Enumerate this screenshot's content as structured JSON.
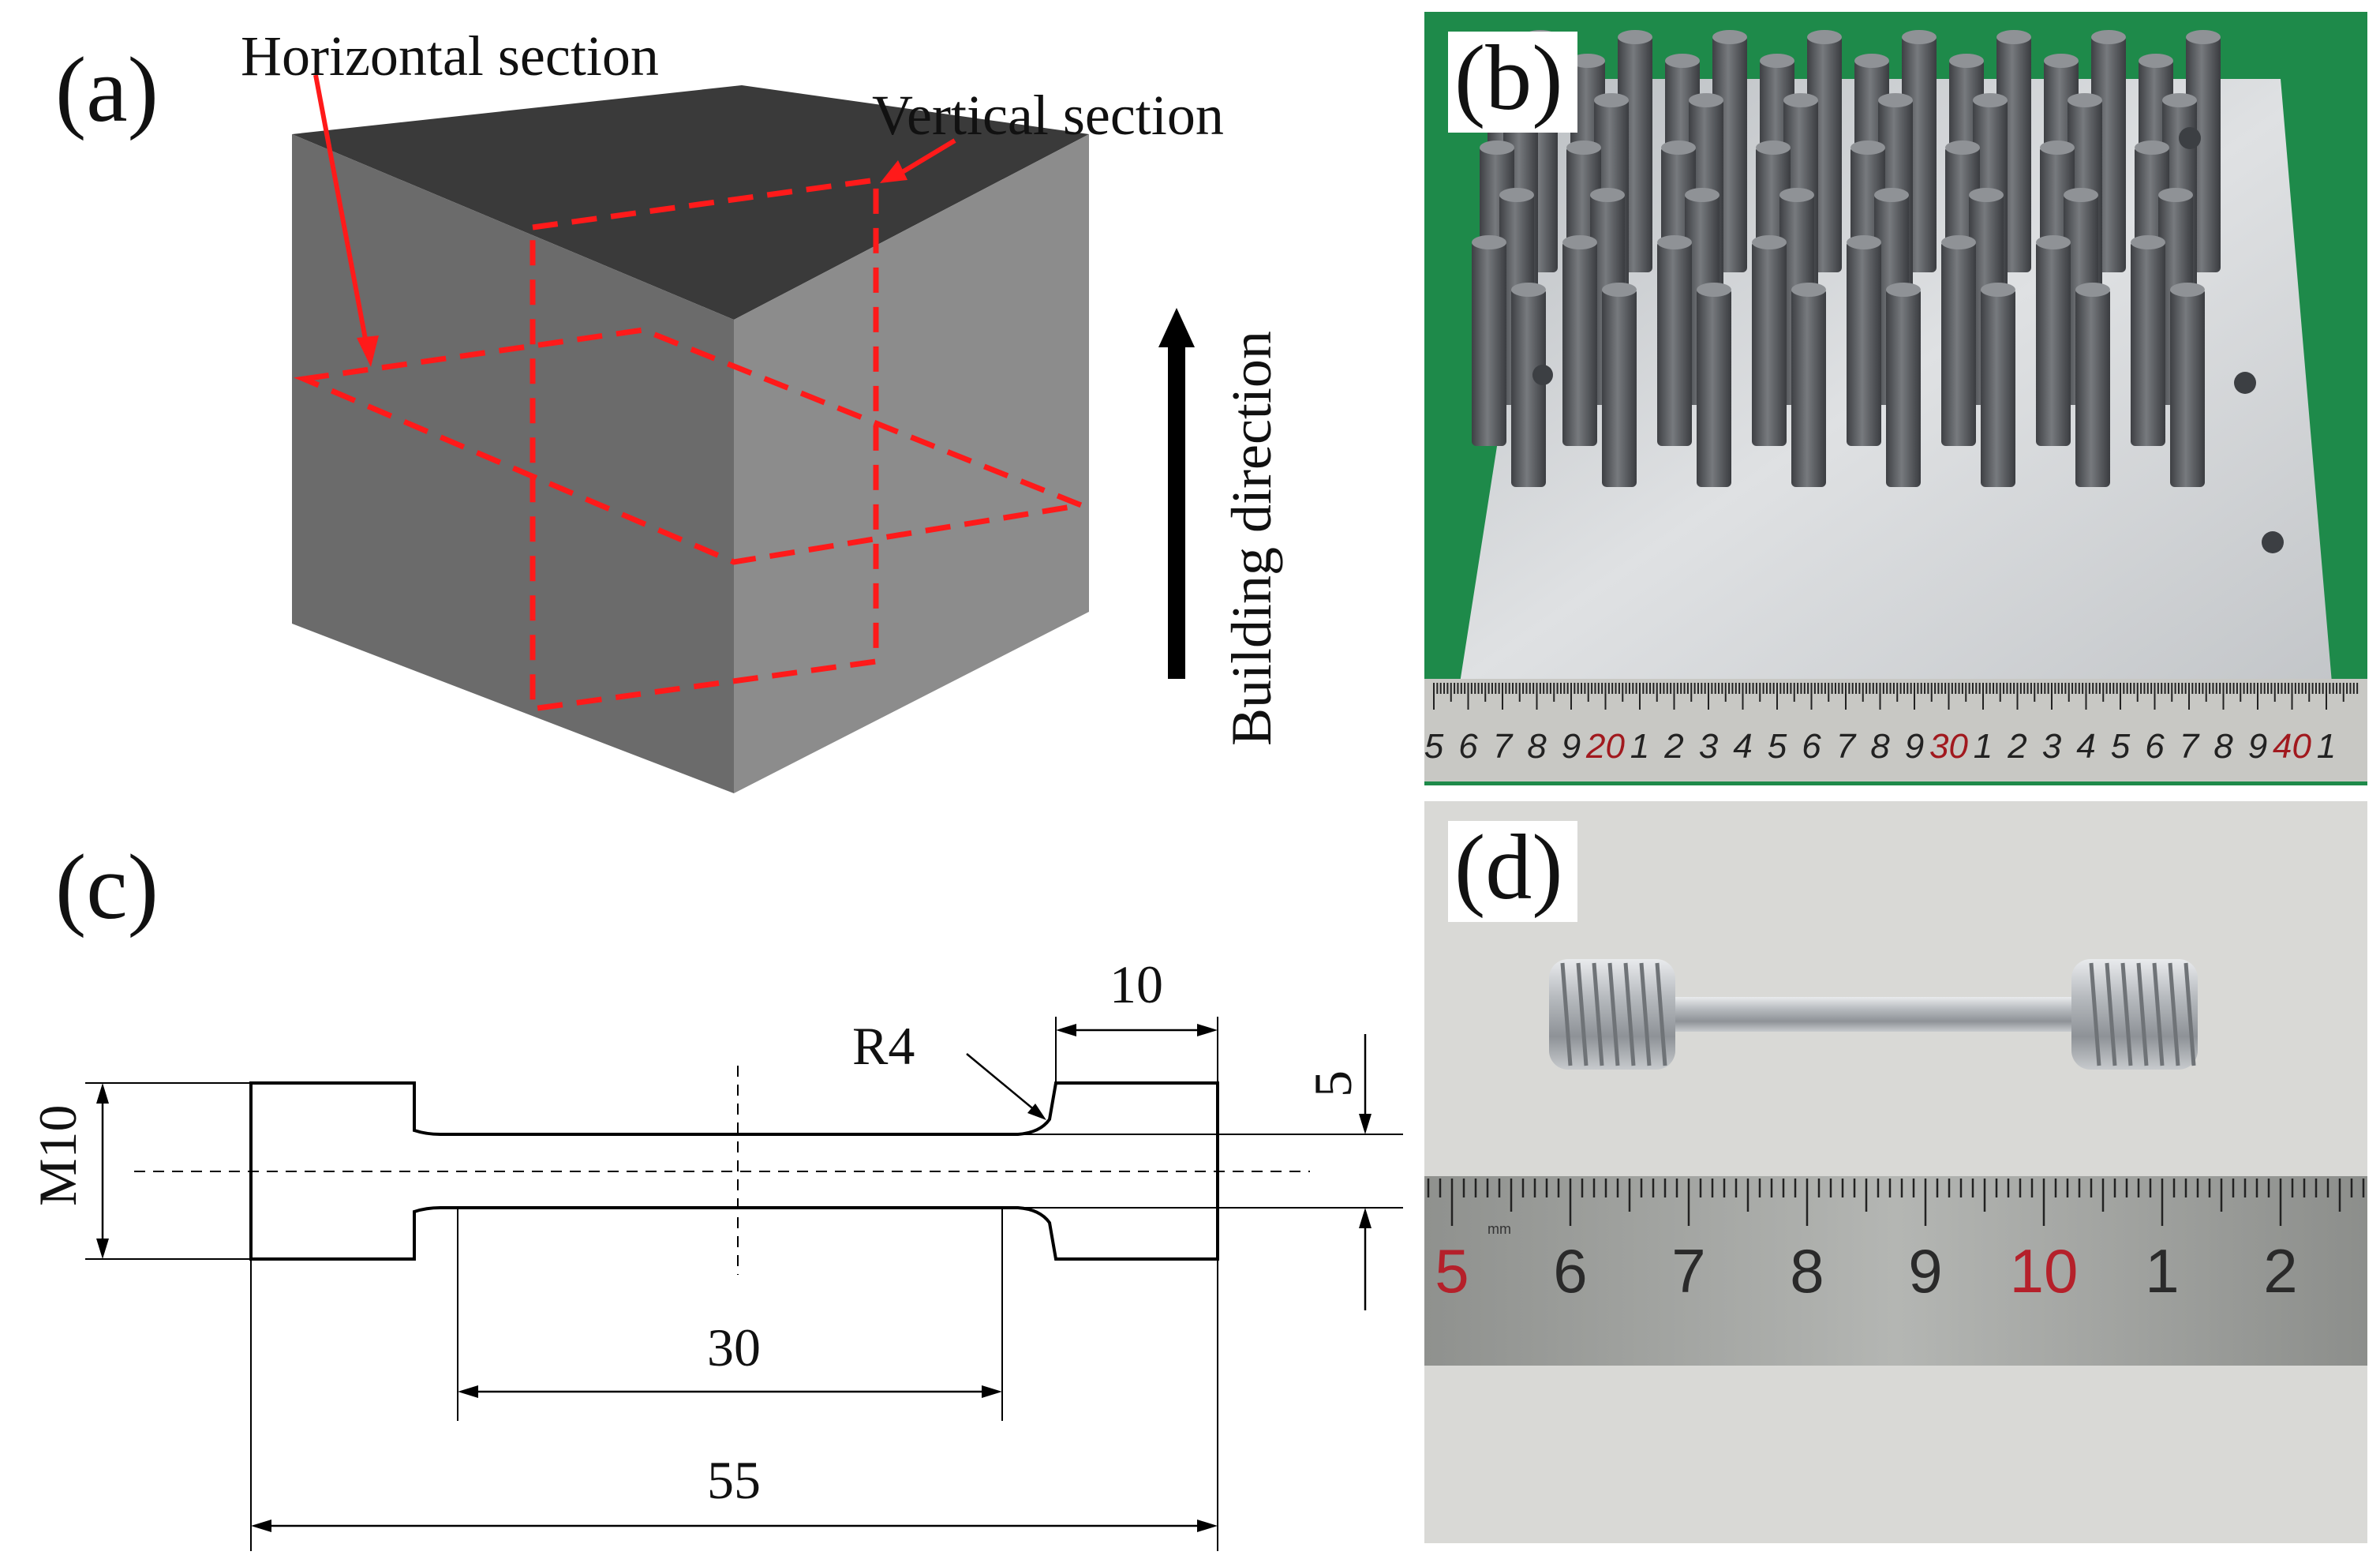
{
  "panel_a": {
    "label": "(a)",
    "horizontal_section": "Horizontal section",
    "vertical_section": "Vertical section",
    "building_direction": "Building direction",
    "colors": {
      "top_face": "#3a3a3a",
      "front_face": "#6b6b6b",
      "side_face": "#8c8c8c",
      "section_line": "#ff1a1a",
      "arrow": "#000000"
    }
  },
  "panel_b": {
    "label": "(b)",
    "ruler_numbers": [
      "5",
      "6",
      "7",
      "8",
      "9",
      "20",
      "1",
      "2",
      "3",
      "4",
      "5",
      "6",
      "7",
      "8",
      "9",
      "30",
      "1",
      "2",
      "3",
      "4",
      "5",
      "6",
      "7",
      "8",
      "9",
      "40",
      "1"
    ],
    "ruler_red_numbers": [
      "20",
      "30",
      "40"
    ],
    "colors": {
      "background": "#1e8a4a",
      "plate": "#c9cccf",
      "rods": "#5a5c60",
      "ruler": "#c8c8c4"
    }
  },
  "panel_c": {
    "label": "(c)",
    "dim_m10": "M10",
    "dim_r4": "R4",
    "dim_10": "10",
    "dim_5": "5",
    "dim_30": "30",
    "dim_55": "55"
  },
  "panel_d": {
    "label": "(d)",
    "ruler_numbers": [
      "5",
      "6",
      "7",
      "8",
      "9",
      "10",
      "1",
      "2"
    ],
    "ruler_red_numbers": [
      "5",
      "10"
    ],
    "ruler_unit": "mm",
    "colors": {
      "background": "#d9d9d6",
      "specimen": "#a9adb1",
      "ruler": "#9c9e9b"
    }
  }
}
